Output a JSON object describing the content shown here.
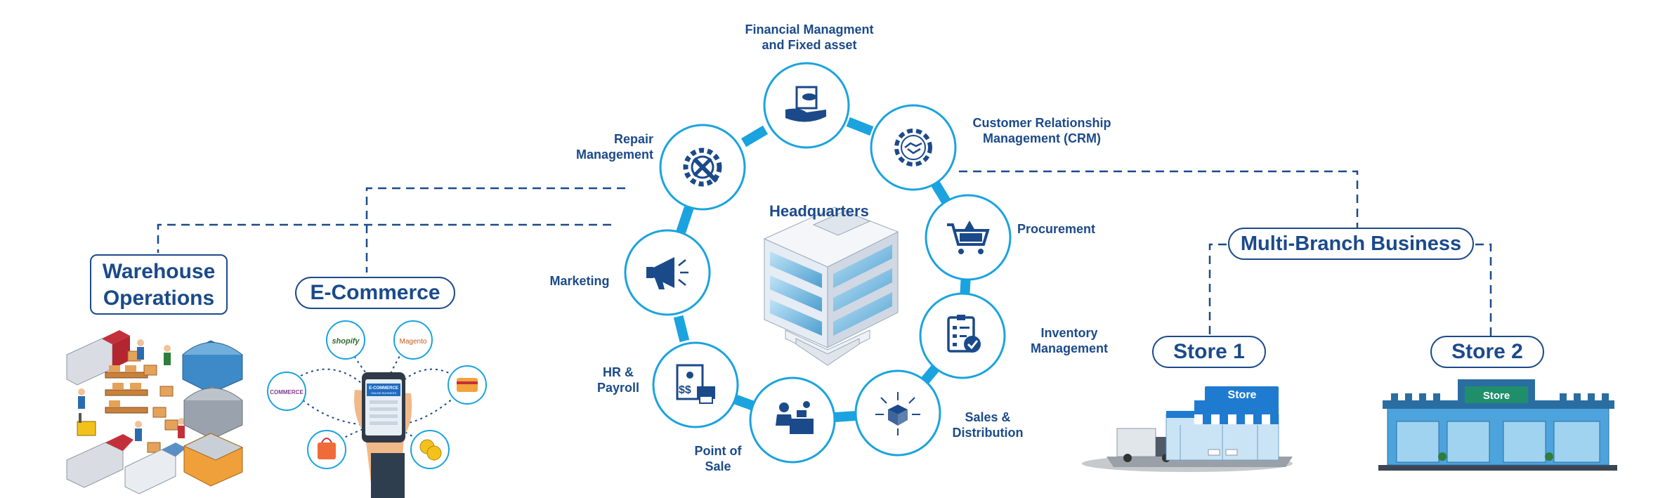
{
  "hub": {
    "title": "Headquarters"
  },
  "modules": [
    {
      "id": "financial",
      "lines": [
        "Financial Managment",
        "and Fixed asset"
      ],
      "icon": "hand-document-icon"
    },
    {
      "id": "crm",
      "lines": [
        "Customer Relationship",
        "Management (CRM)"
      ],
      "icon": "handshake-gear-icon"
    },
    {
      "id": "procurement",
      "lines": [
        "Procurement"
      ],
      "icon": "shopping-cart-icon"
    },
    {
      "id": "inventory",
      "lines": [
        "Inventory",
        "Management"
      ],
      "icon": "clipboard-check-icon"
    },
    {
      "id": "sales",
      "lines": [
        "Sales &",
        "Distribution"
      ],
      "icon": "box-arrows-icon"
    },
    {
      "id": "pos",
      "lines": [
        "Point of",
        "Sale"
      ],
      "icon": "cashier-icon"
    },
    {
      "id": "hr",
      "lines": [
        "HR &",
        "Payroll"
      ],
      "icon": "payslip-printer-icon"
    },
    {
      "id": "marketing",
      "lines": [
        "Marketing"
      ],
      "icon": "megaphone-icon"
    },
    {
      "id": "repair",
      "lines": [
        "Repair",
        "Management"
      ],
      "icon": "gear-wrench-icon"
    }
  ],
  "branches": {
    "warehouse": {
      "lines": [
        "Warehouse",
        "Operations"
      ]
    },
    "ecommerce": {
      "title": "E-Commerce",
      "phone_text": [
        "E-COMMERCE",
        "ONLINE BUSINESS"
      ],
      "platforms": [
        "shopify",
        "Magento",
        "COMMERCE"
      ]
    },
    "multibranch": {
      "title": "Multi-Branch Business",
      "stores": [
        "Store 1",
        "Store 2"
      ],
      "store_signs": [
        "Store",
        "Store"
      ]
    }
  },
  "colors": {
    "primary": "#1b4a8a",
    "accent": "#1aa3df",
    "ring": "#1aa3df"
  }
}
